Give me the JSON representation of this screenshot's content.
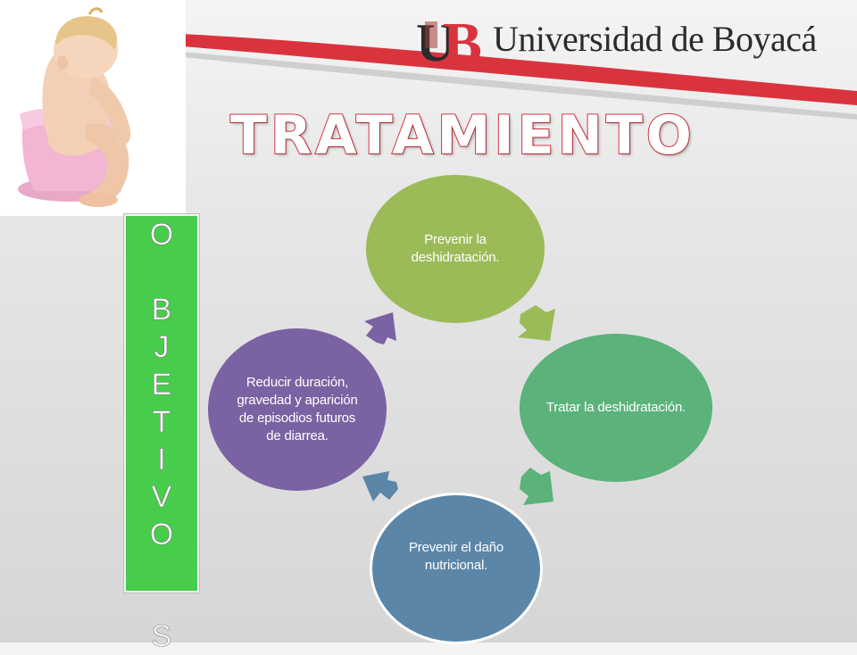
{
  "header": {
    "logo_text": "Universidad de Boyacá",
    "logo_monogram": "UB",
    "title": "TRATAMIENTO"
  },
  "sidebar": {
    "letters": [
      "O",
      "",
      "B",
      "J",
      "E",
      "T",
      "I",
      "V",
      "O",
      "S"
    ]
  },
  "cycle": {
    "top": "Prevenir la deshidratación.",
    "right": "Tratar la deshidratación.",
    "bottom": "Prevenir el daño nutricional.",
    "left": "Reducir duración, gravedad y aparición de episodios futuros de diarrea."
  },
  "colors": {
    "accent_red": "#d9343e",
    "objetivos_green": "#47cc4c",
    "node_top": "#9bbb59",
    "node_right": "#5bb27a",
    "node_bottom": "#5b86a8",
    "node_left": "#7b62a3",
    "arrow_top_right": "#9bbb59",
    "arrow_right_bottom": "#5bb27a",
    "arrow_bottom_left": "#5b86a8",
    "arrow_left_top": "#7b62a3"
  }
}
